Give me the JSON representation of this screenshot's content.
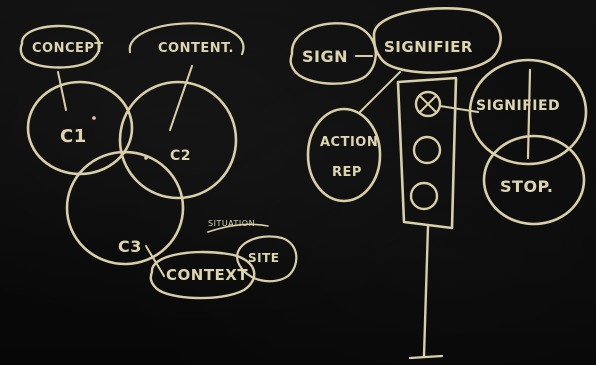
{
  "chalkboard": {
    "concept_label": "CONCEPT",
    "content_label": "CONTENT.",
    "c1_label": "C1",
    "c2_label": "C2",
    "c3_label": "C3",
    "context_label": "CONTEXT",
    "situation_label": "SITUATION",
    "site_label": "SITE",
    "sign_label": "SIGN",
    "signifier_label": "SIGNIFIER",
    "action_label": "ACTION",
    "rep_label": "REP",
    "signified_label": "SIGNIFIED",
    "stop_label": "STOP."
  },
  "colors": {
    "board": "#0b0b0b",
    "chalk": "#d8cfa8"
  }
}
